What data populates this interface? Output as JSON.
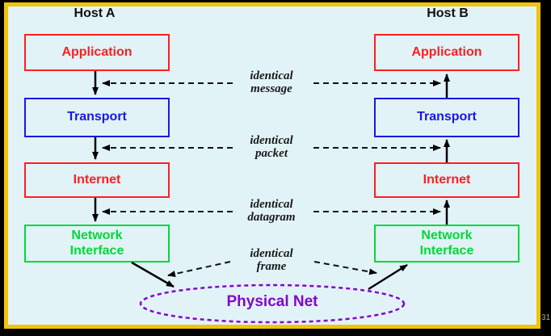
{
  "slide": {
    "page_number": "31"
  },
  "columns": [
    {
      "title": "Host A",
      "boxes": [
        {
          "label": "Application"
        },
        {
          "label": "Transport"
        },
        {
          "label": "Internet"
        },
        {
          "label": "Network\nInterface"
        }
      ]
    },
    {
      "title": "Host B",
      "boxes": [
        {
          "label": "Application"
        },
        {
          "label": "Transport"
        },
        {
          "label": "Internet"
        },
        {
          "label": "Network\nInterface"
        }
      ]
    }
  ],
  "connections": [
    {
      "word1": "identical",
      "word2": "message"
    },
    {
      "word1": "identical",
      "word2": "packet"
    },
    {
      "word1": "identical",
      "word2": "datagram"
    },
    {
      "word1": "identical",
      "word2": "frame"
    }
  ],
  "physical_net": {
    "label": "Physical Net"
  },
  "colors": {
    "background": "#e2f3f7",
    "frame_border": "#f0c40a",
    "outer": "#000000",
    "red": "#ff1e1e",
    "blue": "#1818e6",
    "green": "#00d936",
    "purple": "#8404cc",
    "arrow": "#000000",
    "page_number": "#a9ae7c"
  }
}
